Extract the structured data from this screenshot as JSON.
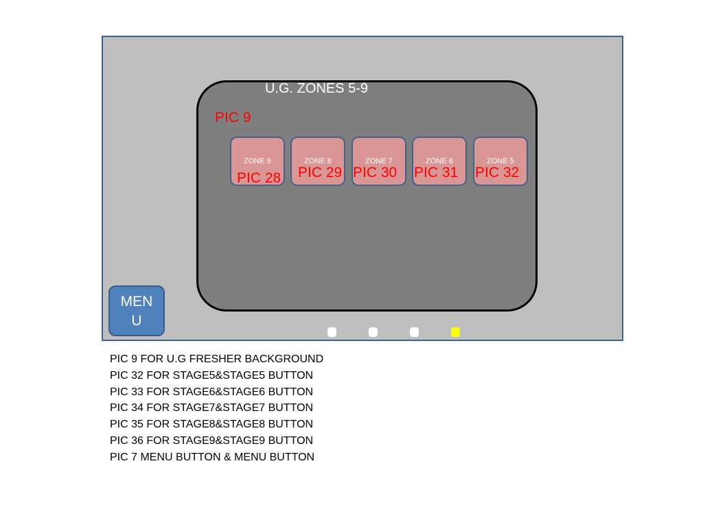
{
  "screen": {
    "title": "U.G. ZONES 5-9",
    "background_pic_label": "PIC 9",
    "zones": [
      {
        "label": "ZONE 9",
        "pic": "PIC 28"
      },
      {
        "label": "ZONE 8",
        "pic": "PIC 29"
      },
      {
        "label": "ZONE 7",
        "pic": "PIC 30"
      },
      {
        "label": "ZONE 6",
        "pic": "PIC 31"
      },
      {
        "label": "ZONE 5",
        "pic": "PIC 32"
      }
    ],
    "menu_button": {
      "line1": "MEN",
      "line2": "U"
    },
    "page_dots": {
      "count": 4,
      "active_index": 3
    }
  },
  "notes": [
    "PIC 9 FOR U.G FRESHER BACKGROUND",
    "PIC 32 FOR STAGE5&STAGE5 BUTTON",
    "PIC 33 FOR STAGE6&STAGE6 BUTTON",
    "PIC 34 FOR STAGE7&STAGE7 BUTTON",
    "PIC 35 FOR STAGE8&STAGE8 BUTTON",
    "PIC 36 FOR STAGE9&STAGE9 BUTTON",
    "PIC 7 MENU BUTTON & MENU BUTTON"
  ],
  "colors": {
    "frame_bg": "#bfbfbf",
    "frame_border": "#41628f",
    "panel_bg": "#7f7f7f",
    "zone_button_bg": "#d99694",
    "pic_label_red": "#ff0000",
    "menu_button_bg": "#4f81bd",
    "dot_inactive": "#ffffff",
    "dot_active": "#ffff00"
  }
}
